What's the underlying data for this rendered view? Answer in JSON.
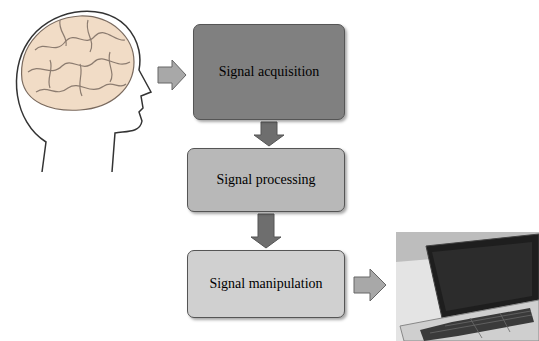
{
  "diagram": {
    "nodes": [
      {
        "text": [
          "Signal acquisition"
        ]
      },
      {
        "text": [
          "Signal processing"
        ]
      },
      {
        "text": [
          "Signal manipulation"
        ]
      }
    ],
    "edges": [
      {
        "from": 0,
        "to": 1,
        "arrow": "to"
      },
      {
        "from": 1,
        "to": 2,
        "arrow": "to"
      }
    ]
  }
}
